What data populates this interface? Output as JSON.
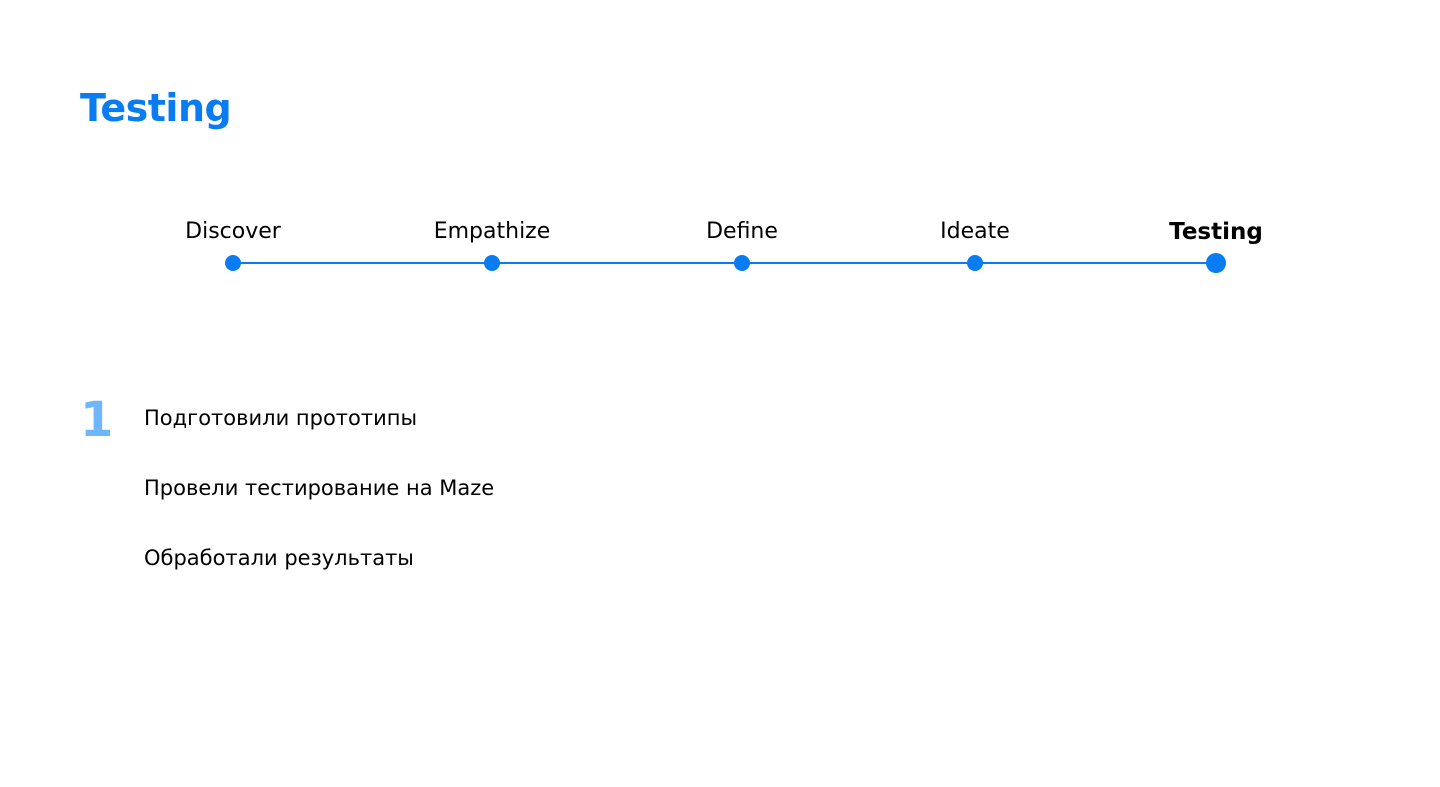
{
  "page": {
    "title": "Testing"
  },
  "timeline": {
    "steps": [
      {
        "label": "Discover",
        "active": false
      },
      {
        "label": "Empathize",
        "active": false
      },
      {
        "label": "Define",
        "active": false
      },
      {
        "label": "Ideate",
        "active": false
      },
      {
        "label": "Testing",
        "active": true
      }
    ]
  },
  "section": {
    "number": "1",
    "items": [
      "Подготовили прототипы",
      "Провели тестирование на Maze",
      "Обработали результаты"
    ]
  },
  "colors": {
    "accent": "#0a7cf2",
    "number": "#6fb6fb",
    "text": "#000000",
    "background": "#ffffff"
  }
}
